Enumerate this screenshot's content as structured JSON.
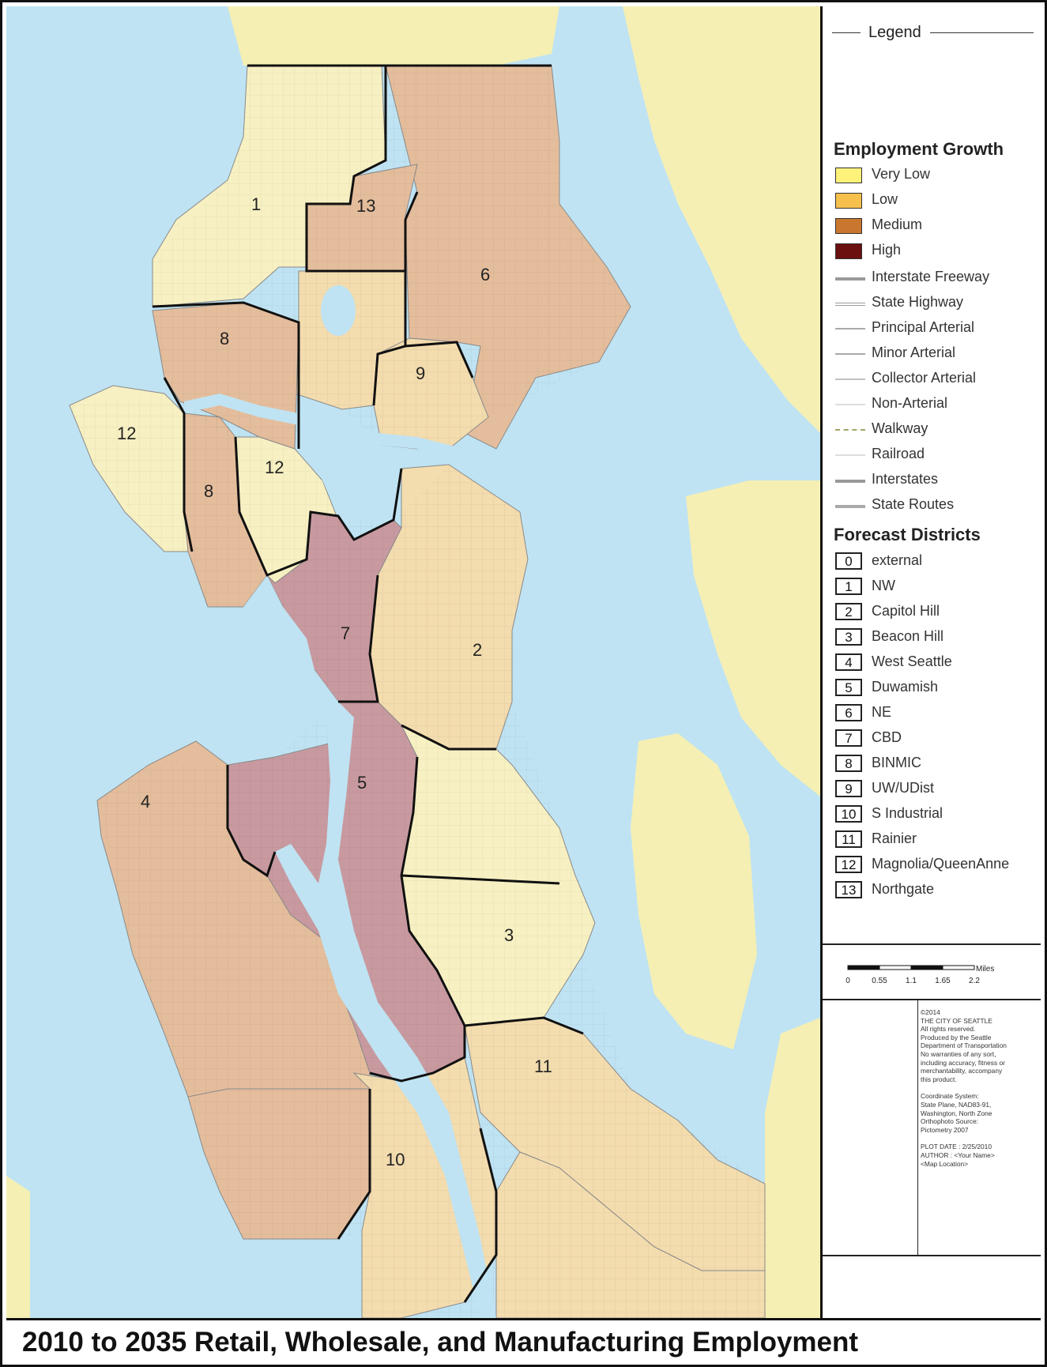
{
  "map": {
    "title": "2010 to 2035 Retail, Wholesale, and Manufacturing Employment",
    "water_color": "#bfe3f2",
    "land_color": "#f5efb4",
    "growth_colors": {
      "very_low": "#f7f0c2",
      "low": "#f3dcae",
      "medium": "#e4bd9c",
      "high": "#c89aa0"
    },
    "district_labels": [
      "1",
      "13",
      "6",
      "8",
      "9",
      "12",
      "12",
      "8",
      "7",
      "2",
      "5",
      "4",
      "3",
      "11",
      "10"
    ]
  },
  "legend": {
    "title": "Legend",
    "employment_growth": {
      "heading": "Employment Growth",
      "items": [
        {
          "label": "Very Low",
          "color": "#fff27a"
        },
        {
          "label": "Low",
          "color": "#f6c04c"
        },
        {
          "label": "Medium",
          "color": "#c9772f"
        },
        {
          "label": "High",
          "color": "#6b0f0f"
        }
      ]
    },
    "line_items": [
      {
        "label": "Interstate Freeway",
        "color": "#9a9a9a",
        "style": "thick"
      },
      {
        "label": "State Highway",
        "color": "#9a9a9a",
        "style": "double"
      },
      {
        "label": "Principal Arterial",
        "color": "#a9a9a9",
        "style": "thin"
      },
      {
        "label": "Minor Arterial",
        "color": "#a9a9a9",
        "style": "thin"
      },
      {
        "label": "Collector Arterial",
        "color": "#c2c2c2",
        "style": "thin"
      },
      {
        "label": "Non-Arterial",
        "color": "#dddddd",
        "style": "thin"
      },
      {
        "label": "Walkway",
        "color": "#a5a56a",
        "style": "dashed"
      },
      {
        "label": "Railroad",
        "color": "#dddddd",
        "style": "thin"
      },
      {
        "label": "Interstates",
        "color": "#9a9a9a",
        "style": "thick"
      },
      {
        "label": "State Routes",
        "color": "#a9a9a9",
        "style": "thick"
      }
    ],
    "forecast_districts": {
      "heading": "Forecast Districts",
      "items": [
        {
          "number": "0",
          "label": "external"
        },
        {
          "number": "1",
          "label": "NW"
        },
        {
          "number": "2",
          "label": "Capitol Hill"
        },
        {
          "number": "3",
          "label": "Beacon Hill"
        },
        {
          "number": "4",
          "label": "West Seattle"
        },
        {
          "number": "5",
          "label": "Duwamish"
        },
        {
          "number": "6",
          "label": "NE"
        },
        {
          "number": "7",
          "label": "CBD"
        },
        {
          "number": "8",
          "label": "BINMIC"
        },
        {
          "number": "9",
          "label": "UW/UDist"
        },
        {
          "number": "10",
          "label": "S Industrial"
        },
        {
          "number": "11",
          "label": "Rainier"
        },
        {
          "number": "12",
          "label": "Magnolia/QueenAnne"
        },
        {
          "number": "13",
          "label": "Northgate"
        }
      ]
    }
  },
  "scale": {
    "unit": "Miles",
    "ticks": [
      "0",
      "0.55",
      "1.1",
      "1.65",
      "2.2"
    ]
  },
  "info": {
    "copyright": [
      "©2014",
      "THE CITY OF SEATTLE",
      "All rights reserved.",
      "Produced by the Seattle",
      "Department of Transportation",
      "No warranties of any sort,",
      "including accuracy, fitness or",
      "merchantability, accompany",
      "this product."
    ],
    "coordinate": [
      "Coordinate System:",
      "State Plane, NAD83-91,",
      "Washington, North Zone",
      "Orthophoto Source:",
      "Pictometry 2007"
    ],
    "plot": [
      "PLOT DATE : 2/25/2010",
      "AUTHOR : <Your Name>",
      "<Map Location>"
    ]
  }
}
